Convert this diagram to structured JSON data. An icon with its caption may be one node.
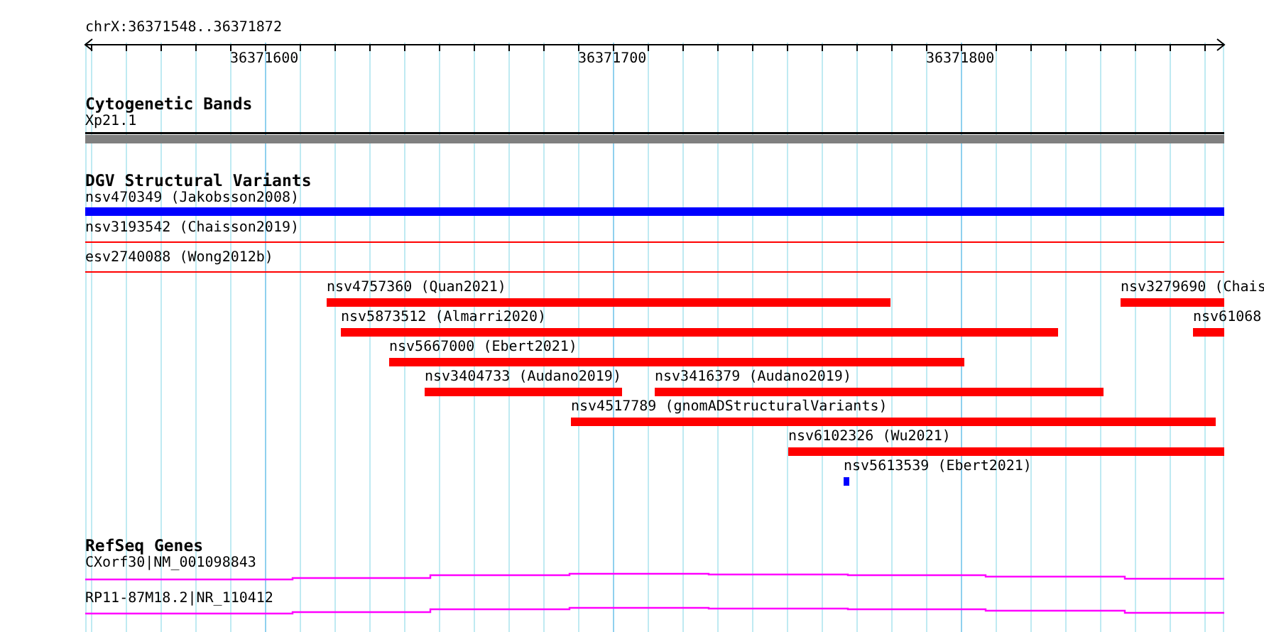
{
  "diagram": {
    "nodes": [
      {
        "text": [],
        "shape": "bar",
        "beside": [
          "Xp21.1"
        ]
      },
      {
        "text": [],
        "shape": "bar",
        "beside": [
          "nsv470349 (Jakobsson2008)"
        ]
      },
      {
        "text": [],
        "shape": "bar",
        "beside": [
          "nsv3193542 (Chaisson2019)"
        ]
      },
      {
        "text": [],
        "shape": "bar",
        "beside": [
          "esv2740088 (Wong2012b)"
        ]
      },
      {
        "text": [],
        "shape": "bar",
        "beside": [
          "nsv4757360 (Quan2021)"
        ]
      },
      {
        "text": [],
        "shape": "bar",
        "beside": [
          "nsv3279690 (Chais"
        ]
      },
      {
        "text": [],
        "shape": "bar",
        "beside": [
          "nsv5873512 (Almarri2020)"
        ]
      },
      {
        "text": [],
        "shape": "bar",
        "beside": [
          "nsv61068"
        ]
      },
      {
        "text": [],
        "shape": "bar",
        "beside": [
          "nsv5667000 (Ebert2021)"
        ]
      },
      {
        "text": [],
        "shape": "bar",
        "beside": [
          "nsv3404733 (Audano2019)"
        ]
      },
      {
        "text": [],
        "shape": "bar",
        "beside": [
          "nsv3416379 (Audano2019)"
        ]
      },
      {
        "text": [],
        "shape": "bar",
        "beside": [
          "nsv4517789 (gnomADStructuralVariants)"
        ]
      },
      {
        "text": [],
        "shape": "bar",
        "beside": [
          "nsv6102326 (Wu2021)"
        ]
      },
      {
        "text": [],
        "shape": "bar",
        "beside": [
          "nsv5613539 (Ebert2021)"
        ]
      },
      {
        "text": [],
        "shape": "bar",
        "beside": [
          "CXorf30|NM_001098843"
        ]
      },
      {
        "text": [],
        "shape": "bar",
        "beside": [
          "RP11-87M18.2|NR_110412"
        ]
      }
    ],
    "labels": [
      "chrX:36371548..36371872",
      "36371600",
      "36371700",
      "36371800",
      "Cytogenetic Bands",
      "DGV Structural Variants",
      "RefSeq Genes"
    ]
  }
}
